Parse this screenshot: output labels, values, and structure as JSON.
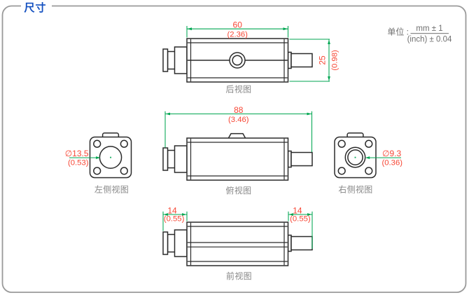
{
  "page": {
    "title": "尺寸"
  },
  "units_note": {
    "prefix": "单位 :",
    "numerator": "mm ± 1",
    "denominator": "(inch) ± 0.04"
  },
  "views": {
    "rear": {
      "label": "后视图",
      "width_mm": "60",
      "width_inch": "(2.36)",
      "height_mm": "25",
      "height_inch": "(0.98)"
    },
    "top": {
      "label": "俯视图",
      "length_mm": "88",
      "length_inch": "(3.46)"
    },
    "left_side": {
      "label": "左侧视图",
      "diameter_mm": "∅13.5",
      "diameter_inch": "(0.53)"
    },
    "right_side": {
      "label": "右侧视图",
      "diameter_mm": "∅9.3",
      "diameter_inch": "(0.36)"
    },
    "front": {
      "label": "前视图",
      "left_connector_mm": "14",
      "left_connector_inch": "(0.55)",
      "right_connector_mm": "14",
      "right_connector_inch": "(0.55)"
    }
  },
  "colors": {
    "outline": "#2b2b2b",
    "dimension_line": "#00a651",
    "dimension_text": "#f74634",
    "view_label": "#878787",
    "title_blue": "#1350c0",
    "frame_border": "#9a9a9a"
  }
}
